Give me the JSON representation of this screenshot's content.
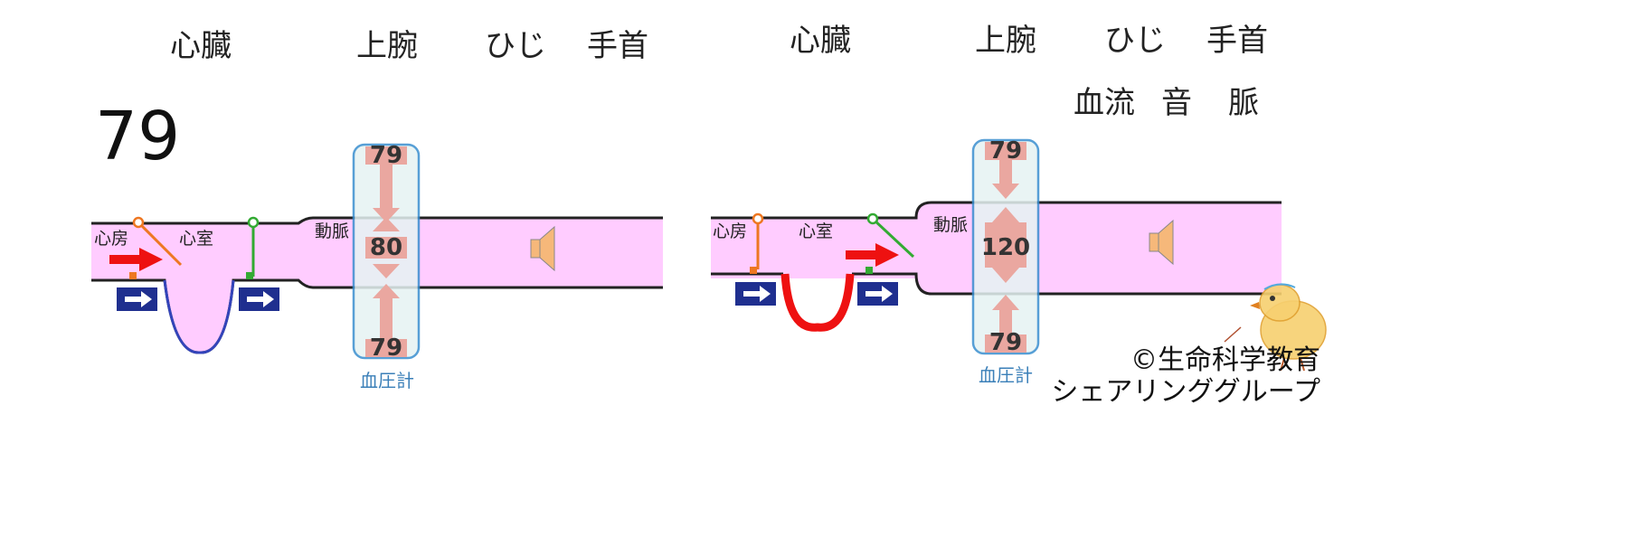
{
  "left_diagram": {
    "headers": {
      "heart": "心臓",
      "upper_arm": "上腕",
      "elbow": "ひじ",
      "wrist": "手首"
    },
    "reading": "79",
    "labels": {
      "atrium": "心房",
      "ventricle": "心室",
      "artery": "動脈"
    },
    "gauge": {
      "top": "79",
      "middle": "80",
      "bottom": "79",
      "caption": "血圧計"
    }
  },
  "right_diagram": {
    "headers": {
      "heart": "心臓",
      "upper_arm": "上腕",
      "elbow": "ひじ",
      "wrist": "手首"
    },
    "sub_headers": {
      "blood_flow": "血流",
      "sound": "音",
      "pulse": "脈"
    },
    "labels": {
      "atrium": "心房",
      "ventricle": "心室",
      "artery": "動脈"
    },
    "gauge": {
      "top": "79",
      "middle": "120",
      "bottom": "79",
      "caption": "血圧計"
    }
  },
  "credit": {
    "line1": "©生命科学教育",
    "line2": "シェアリンググループ"
  },
  "colors": {
    "vessel_fill": "#ffccff",
    "vessel_stroke": "#222222",
    "gauge_fill": "#e6f3f3",
    "gauge_stroke": "#3a8fcf",
    "gauge_arrow": "#eaa7a0",
    "flow_arrow": "#ee1111",
    "arrow_box": "#1f2f8f",
    "valve_orange": "#ee7722",
    "valve_green": "#33aa33",
    "ventricle_red": "#ee1111",
    "ventricle_blue": "#3344bb",
    "speaker": "#f6b87a"
  }
}
